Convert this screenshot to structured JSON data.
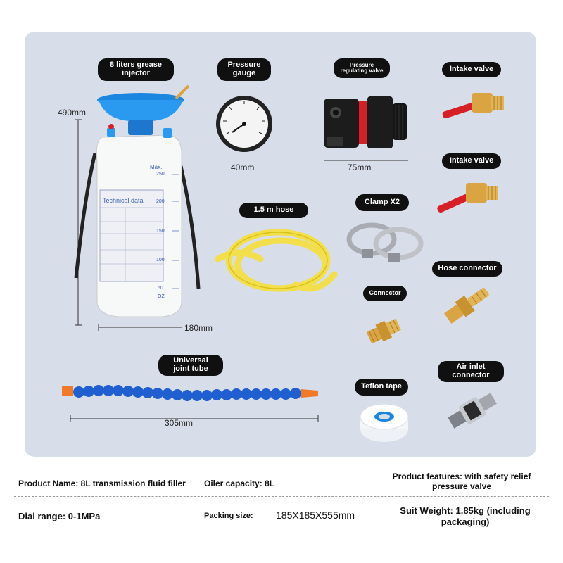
{
  "labels": {
    "injector": "8 liters grease\ninjector",
    "gauge": "Pressure\ngauge",
    "regulator": "Pressure\nregulating valve",
    "intake1": "Intake valve",
    "intake2": "Intake valve",
    "hose": "1.5 m hose",
    "clamp": "Clamp X2",
    "hose_connector": "Hose connector",
    "connector": "Connector",
    "tube": "Universal\njoint tube",
    "teflon": "Teflon tape",
    "air_inlet": "Air inlet\nconnector"
  },
  "dims": {
    "height": "490mm",
    "width": "180mm",
    "gauge": "40mm",
    "regulator": "75mm",
    "tube": "305mm"
  },
  "bottle": {
    "panel_title": "Technical data",
    "scale_top": "Max.",
    "scale_labels": [
      "250",
      "200",
      "150",
      "100",
      "50",
      "OZ"
    ]
  },
  "specs": {
    "name": "Product Name: 8L transmission fluid filler",
    "capacity": "Oiler capacity: 8L",
    "features": "Product features: with safety relief\npressure valve",
    "dial": "Dial range: 0-1MPa",
    "packing_label": "Packing size:",
    "packing_value": "185X185X555mm",
    "weight": "Suit Weight: 1.85kg (including\npackaging)"
  },
  "colors": {
    "panel": "#d8dee9",
    "tag_bg": "#101010",
    "valve_red": "#d61f26",
    "brass": "#d9a441",
    "hose_yellow": "#f5e03a",
    "tube_blue": "#1f5fd0",
    "funnel_blue": "#1a86e0"
  }
}
